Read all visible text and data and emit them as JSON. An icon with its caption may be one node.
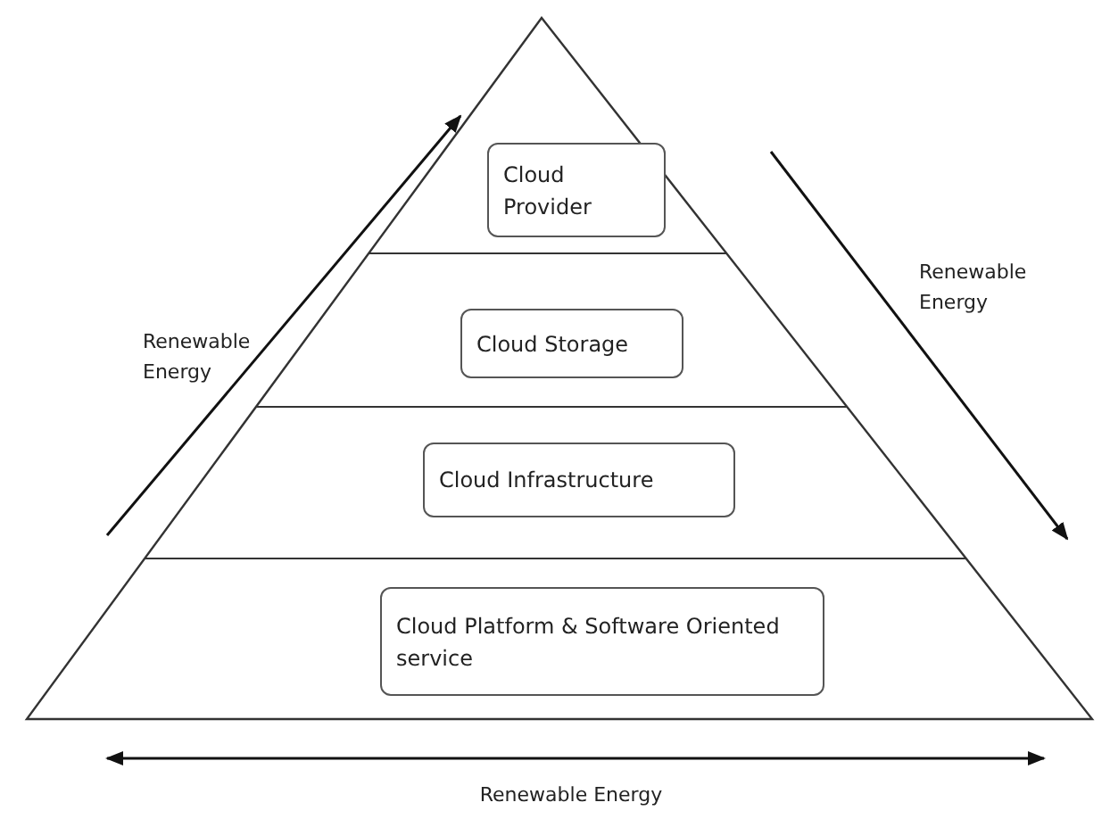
{
  "diagram": {
    "nodes": [
      {
        "text": [],
        "shape": "triangle"
      },
      {
        "text": [
          "Cloud Provider"
        ],
        "in": 0
      },
      {
        "text": [
          "Cloud Storage"
        ],
        "in": 0
      },
      {
        "text": [
          "Cloud Infrastructure"
        ],
        "in": 0
      },
      {
        "text": [
          "Cloud Platform & Software Oriented service"
        ],
        "in": 0
      }
    ],
    "edges": [],
    "labels": [
      "Renewable Energy",
      "Renewable Energy",
      "Renewable Energy"
    ]
  }
}
